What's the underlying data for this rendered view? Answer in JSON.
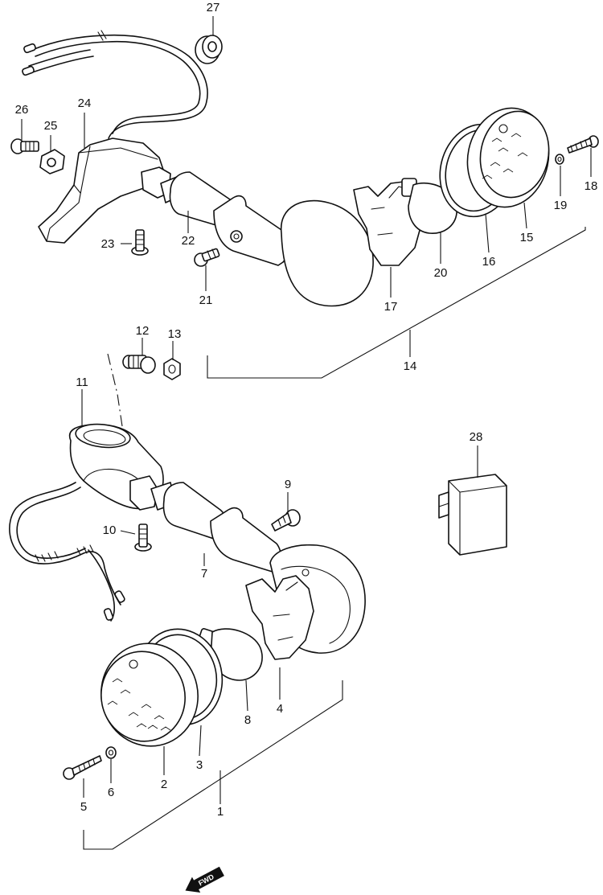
{
  "callouts": [
    {
      "id": "1",
      "label": "1"
    },
    {
      "id": "2",
      "label": "2"
    },
    {
      "id": "3",
      "label": "3"
    },
    {
      "id": "4",
      "label": "4"
    },
    {
      "id": "5",
      "label": "5"
    },
    {
      "id": "6",
      "label": "6"
    },
    {
      "id": "7",
      "label": "7"
    },
    {
      "id": "8",
      "label": "8"
    },
    {
      "id": "9",
      "label": "9"
    },
    {
      "id": "10",
      "label": "10"
    },
    {
      "id": "11",
      "label": "11"
    },
    {
      "id": "12",
      "label": "12"
    },
    {
      "id": "13",
      "label": "13"
    },
    {
      "id": "14",
      "label": "14"
    },
    {
      "id": "15",
      "label": "15"
    },
    {
      "id": "16",
      "label": "16"
    },
    {
      "id": "17",
      "label": "17"
    },
    {
      "id": "18",
      "label": "18"
    },
    {
      "id": "19",
      "label": "19"
    },
    {
      "id": "20",
      "label": "20"
    },
    {
      "id": "21",
      "label": "21"
    },
    {
      "id": "22",
      "label": "22"
    },
    {
      "id": "23",
      "label": "23"
    },
    {
      "id": "24",
      "label": "24"
    },
    {
      "id": "25",
      "label": "25"
    },
    {
      "id": "26",
      "label": "26"
    },
    {
      "id": "27",
      "label": "27"
    },
    {
      "id": "28",
      "label": "28"
    }
  ],
  "direction_badge": {
    "label": "FWD",
    "icon": "forward-arrow-icon"
  },
  "colors": {
    "line": "#111111",
    "background": "#ffffff"
  }
}
